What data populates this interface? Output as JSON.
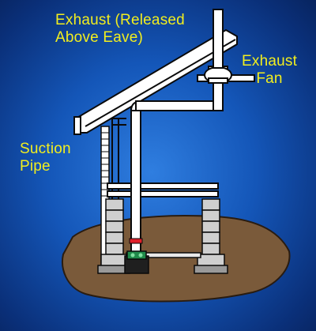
{
  "labels": {
    "exhaust": {
      "line1": "Exhaust (Released",
      "line2": "Above Eave)"
    },
    "exhaust_fan": {
      "line1": "Exhaust",
      "line2": "Fan"
    },
    "suction_pipe": {
      "line1": "Suction",
      "line2": "Pipe"
    }
  },
  "colors": {
    "background": "#1456b8",
    "label_text": "#f2ee1e",
    "pipe": "#ffffff",
    "outline": "#0a0a0a",
    "soil": "#7a5a3a",
    "block": "#cfcfcf",
    "sump": "#1f8a4a",
    "seal": "#e0202a"
  }
}
